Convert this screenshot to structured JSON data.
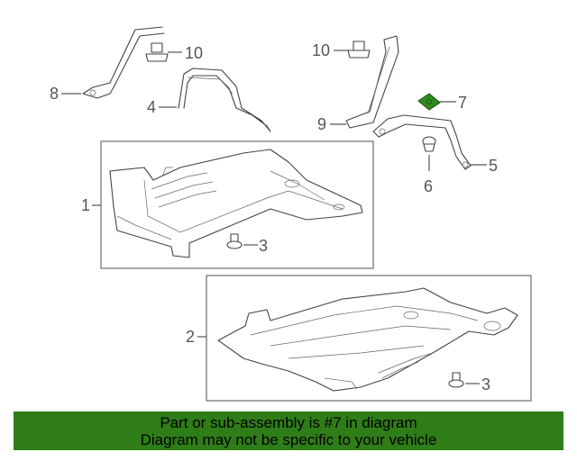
{
  "diagram": {
    "callouts": {
      "c1": "1",
      "c2": "2",
      "c3a": "3",
      "c3b": "3",
      "c4": "4",
      "c5": "5",
      "c6": "6",
      "c7": "7",
      "c8": "8",
      "c9": "9",
      "c10a": "10",
      "c10b": "10"
    },
    "colors": {
      "highlight_part": "#2f8a1c",
      "banner_bg": "#2f7d18"
    }
  },
  "banner": {
    "line1": "Part or sub-assembly is #7 in diagram",
    "line2": "Diagram may not be specific to your vehicle"
  }
}
